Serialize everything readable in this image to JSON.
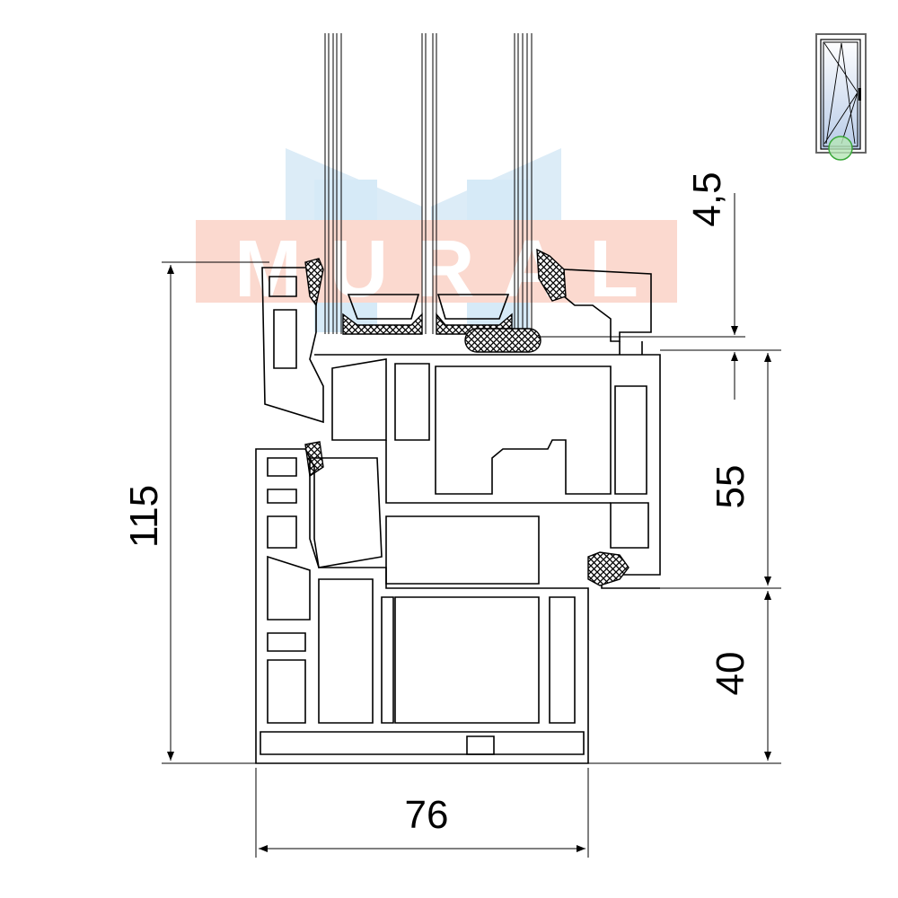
{
  "watermark": {
    "text": "MURAL",
    "band_color": "#fbd9cf",
    "roof_color": "#dcecf7"
  },
  "dimensions": {
    "overall_height": "115",
    "overall_width": "76",
    "sash_height": "55",
    "frame_height": "40",
    "overlap": "4,5"
  },
  "window_icon": {
    "type": "tilt-and-turn window",
    "highlight_color": "#7fd67f"
  }
}
